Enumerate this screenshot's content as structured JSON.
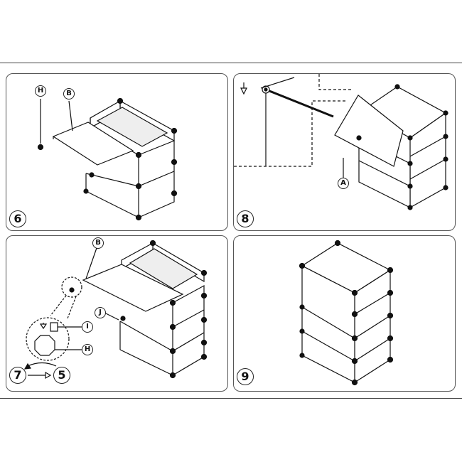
{
  "steps": [
    {
      "number": "6",
      "callouts": [
        "H",
        "B"
      ]
    },
    {
      "number": "8",
      "callouts": [
        "A"
      ]
    },
    {
      "number": "7",
      "callouts": [
        "B",
        "J",
        "I",
        "H"
      ]
    },
    {
      "number": "9",
      "callouts": []
    }
  ],
  "sequence": {
    "from": "7",
    "to": "5"
  },
  "colors": {
    "line": "#111111",
    "frame": "#555555",
    "paper": "#ffffff"
  }
}
